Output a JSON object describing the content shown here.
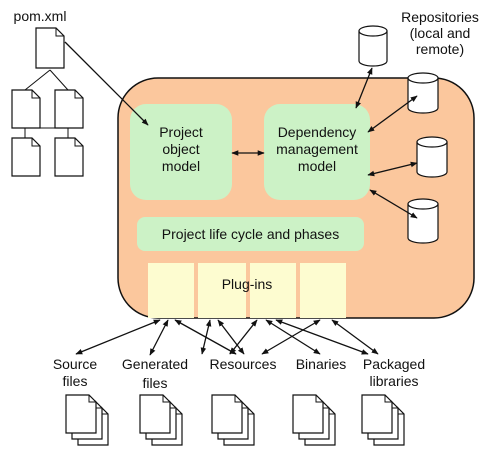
{
  "pom": {
    "label": "pom.xml"
  },
  "repositories": {
    "line1": "Repositories",
    "line2": "(local and",
    "line3": "remote)"
  },
  "core": {
    "pom_model": {
      "line1": "Project",
      "line2": "object",
      "line3": "model"
    },
    "dependency_model": {
      "line1": "Dependency",
      "line2": "management",
      "line3": "model"
    },
    "lifecycle": {
      "label": "Project life cycle and phases"
    },
    "plugins": {
      "label": "Plug-ins"
    }
  },
  "outputs": {
    "source": {
      "line1": "Source",
      "line2": "files"
    },
    "generated": {
      "line1": "Generated",
      "line2": "files"
    },
    "resources": {
      "label": "Resources"
    },
    "binaries": {
      "label": "Binaries"
    },
    "packaged": {
      "line1": "Packaged",
      "line2": "libraries"
    }
  },
  "colors": {
    "core_fill": "#fbc79d",
    "model_fill": "#ccf2c6",
    "plugin_fill": "#fdfcd0",
    "stroke": "#111111",
    "doc_fill": "#ffffff"
  },
  "icons": [
    "document-icon",
    "database-icon",
    "document-stack-icon",
    "bidirectional-arrow"
  ]
}
